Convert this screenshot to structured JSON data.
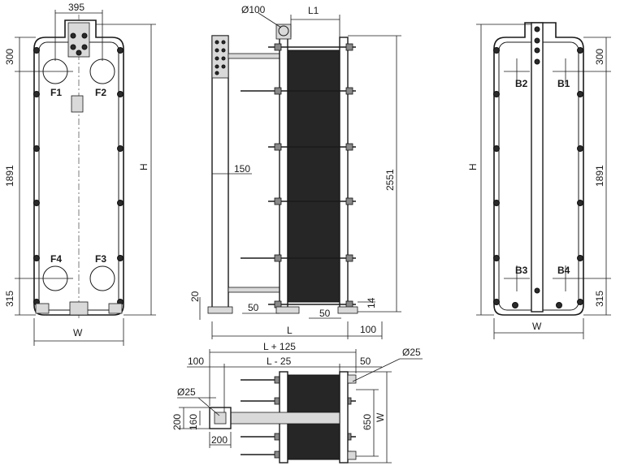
{
  "front_view": {
    "top_width": "395",
    "top_offset": "300",
    "port_spacing": "1891",
    "bottom_offset": "315",
    "height_label": "H",
    "width_label": "W",
    "ports": [
      "F1",
      "F2",
      "F4",
      "F3"
    ]
  },
  "side_view": {
    "port_diameter": "Ø100",
    "l1": "L1",
    "overall_height": "2551",
    "stand_offset": "150",
    "foot_height": "20",
    "foot_left": "50",
    "foot_right": "50",
    "foot_base": "14",
    "length_label": "L",
    "tail": "100"
  },
  "rear_view": {
    "top_offset": "300",
    "port_spacing": "1891",
    "bottom_offset": "315",
    "height_label": "H",
    "width_label": "W",
    "ports": [
      "B2",
      "B1",
      "B3",
      "B4"
    ]
  },
  "plan_view": {
    "overall": "L + 125",
    "inner": "L - 25",
    "left_extra": "100",
    "right_extra": "50",
    "hole_right": "Ø25",
    "hole_left": "Ø25",
    "h200_left": "200",
    "h160": "160",
    "h200_bottom": "200",
    "bolt_spacing": "650",
    "width_label": "W"
  }
}
